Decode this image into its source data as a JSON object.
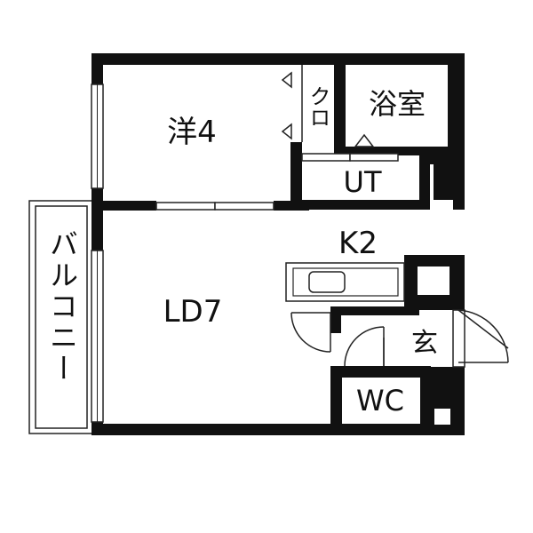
{
  "floorplan": {
    "rooms": {
      "western_room": "洋4",
      "closet": "クロ",
      "bathroom": "浴室",
      "utility": "UT",
      "kitchen": "K2",
      "living_dining": "LD7",
      "entrance": "玄",
      "toilet": "WC",
      "balcony": "バルコニー"
    },
    "colors": {
      "wall": "#111111",
      "line": "#222222",
      "background": "#ffffff"
    }
  }
}
